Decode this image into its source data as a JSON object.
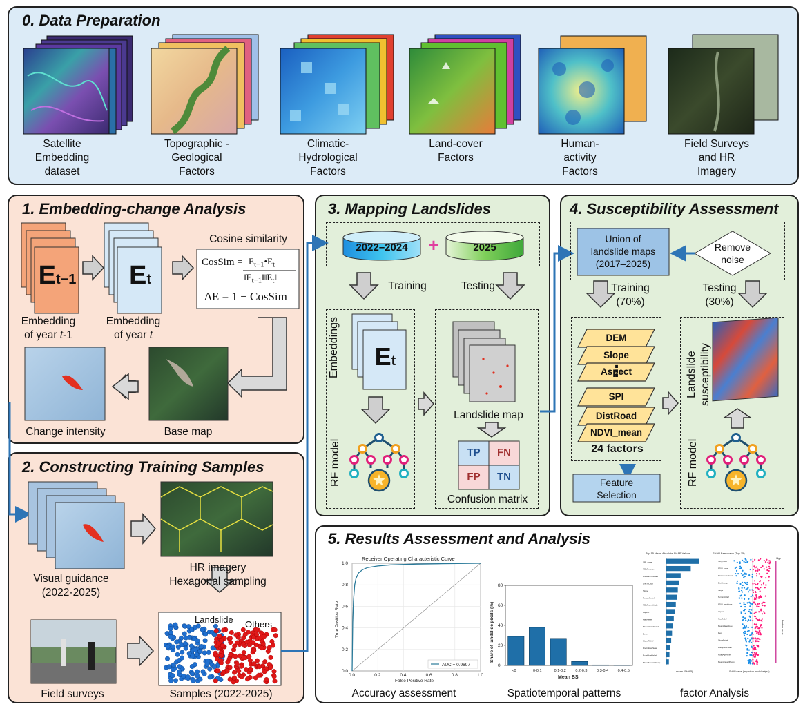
{
  "colors": {
    "prep_bg": "#dcebf7",
    "analysis_bg": "#fbe3d6",
    "mapping_bg": "#e2efda",
    "results_bg": "#ffffff",
    "flow_blue": "#2e75b6",
    "plus_pink": "#e040a0",
    "bar_blue": "#1f6fa8"
  },
  "prep": {
    "title": "0. Data Preparation",
    "items": [
      {
        "l1": "Satellite",
        "l2": "Embedding",
        "l3": "dataset"
      },
      {
        "l1": "Topographic -",
        "l2": "Geological",
        "l3": "Factors"
      },
      {
        "l1": "Climatic-",
        "l2": "Hydrological",
        "l3": "Factors"
      },
      {
        "l1": "Land-cover",
        "l2": "Factors",
        "l3": ""
      },
      {
        "l1": "Human-",
        "l2": "activity",
        "l3": "Factors"
      },
      {
        "l1": "Field Surveys",
        "l2": "and HR",
        "l3": "Imagery"
      }
    ]
  },
  "embed": {
    "title": "1. Embedding-change Analysis",
    "e_prev_main": "E",
    "e_prev_sub": "t−1",
    "e_cur_main": "E",
    "e_cur_sub": "t",
    "cosine_title": "Cosine similarity",
    "formula_lhs": "CosSim =",
    "formula_num": "E",
    "formula_num_sub1": "t−1",
    "formula_dot": "•E",
    "formula_num_sub2": "t",
    "formula_den": "‖E",
    "formula_den_sub1": "t−1",
    "formula_den_mid": "‖‖E",
    "formula_den_sub2": "t",
    "formula_den_end": "‖",
    "formula2": "ΔE = 1 − CosSim",
    "label_prev_1": "Embedding",
    "label_prev_2": "of year ",
    "label_prev_var": "t",
    "label_prev_suffix": "-1",
    "label_cur_1": "Embedding",
    "label_cur_2": "of year ",
    "label_cur_var": "t",
    "change_label": "Change intensity",
    "base_label": "Base map"
  },
  "samples": {
    "title": "2. Constructing Training Samples",
    "visual_1": "Visual guidance",
    "visual_2": "(2022-2025)",
    "hr_1": "HR imagery",
    "hr_2": "Hexagonal sampling",
    "field_label": "Field surveys",
    "samples_label": "Samples (2022-2025)",
    "cls_landslide": "Landslide",
    "cls_others": "Others"
  },
  "mapping": {
    "title": "3. Mapping Landslides",
    "year_train": "2022–2024",
    "year_test": "2025",
    "plus": "+",
    "training": "Training",
    "testing": "Testing",
    "embeddings": "Embeddings",
    "e_main": "E",
    "e_sub": "t",
    "rf_model": "RF model",
    "landslide_map": "Landslide map",
    "tp": "TP",
    "fn": "FN",
    "fp": "FP",
    "tn": "TN",
    "confusion": "Confusion matrix"
  },
  "suscept": {
    "title": "4. Susceptibility Assessment",
    "union_1": "Union of",
    "union_2": "landslide maps",
    "union_3": "(2017–2025)",
    "remove_1": "Remove",
    "remove_2": "noise",
    "training_1": "Training",
    "training_2": "(70%)",
    "testing_1": "Testing",
    "testing_2": "(30%)",
    "layers": [
      "DEM",
      "Slope",
      "Aspect",
      "SPI",
      "DistRoad",
      "NDVI_mean"
    ],
    "ellipsis": "⋮",
    "factors": "24 factors",
    "feature_1": "Feature",
    "feature_2": "Selection",
    "susceptibility_1": "Landslide",
    "susceptibility_2": "susceptibility",
    "rf_model": "RF model"
  },
  "results": {
    "title": "5. Results Assessment and Analysis",
    "acc_label": "Accuracy assessment",
    "spatio_label": "Spatiotemporal patterns",
    "factor_label": "factor Analysis"
  },
  "chart_data": [
    {
      "type": "line",
      "title": "Receiver Operating Characteristic Curve",
      "xlabel": "False Positive Rate",
      "ylabel": "True Positive Rate",
      "xlim": [
        0,
        1
      ],
      "ylim": [
        0,
        1
      ],
      "ticks": [
        "0.0",
        "0.2",
        "0.4",
        "0.6",
        "0.8",
        "1.0"
      ],
      "grid": true,
      "legend_position": "bottom-right",
      "legend": "AUC = 0.9697",
      "x": [
        0,
        0.005,
        0.01,
        0.02,
        0.03,
        0.05,
        0.08,
        0.12,
        0.2,
        0.3,
        0.5,
        0.7,
        1.0
      ],
      "y": [
        0,
        0.45,
        0.65,
        0.8,
        0.86,
        0.91,
        0.94,
        0.96,
        0.975,
        0.985,
        0.992,
        0.996,
        1.0
      ]
    },
    {
      "type": "bar",
      "xlabel": "Mean BSI",
      "ylabel": "Share of landslide pixels (%)",
      "categories": [
        "<0",
        "0-0.1",
        "0.1-0.2",
        "0.2-0.3",
        "0.3-0.4",
        "0.4-0.5"
      ],
      "values": [
        29,
        38,
        27,
        4,
        0.5,
        0.2
      ],
      "ylim": [
        0,
        80
      ],
      "yticks": [
        "0",
        "20",
        "40",
        "60",
        "80"
      ]
    },
    {
      "type": "bar",
      "title": "Top 15 Mean Absolute SHAP Values",
      "xlabel": "mean |SHAP|",
      "categories": [
        "SRI_mean",
        "NDVI_mean",
        "DistanceToRoad",
        "DistToLoop",
        "Slope",
        "TerrainRelief",
        "NDVI_amplitude",
        "Aspect",
        "MaxRelief",
        "MeanWaterRelief",
        "Dem",
        "SlopeRelief",
        "PrecipMaxSeas",
        "RoadAgeRelief",
        "MeanAnnualPrecip"
      ],
      "values": [
        0.115,
        0.085,
        0.05,
        0.045,
        0.04,
        0.036,
        0.033,
        0.03,
        0.026,
        0.023,
        0.02,
        0.017,
        0.014,
        0.011,
        0.009
      ]
    },
    {
      "type": "scatter",
      "title": "SHAP Beeswarm (Top 15)",
      "xlabel": "SHAP value (impact on model output)",
      "ylabel": "Feature value",
      "legend": "High"
    }
  ]
}
